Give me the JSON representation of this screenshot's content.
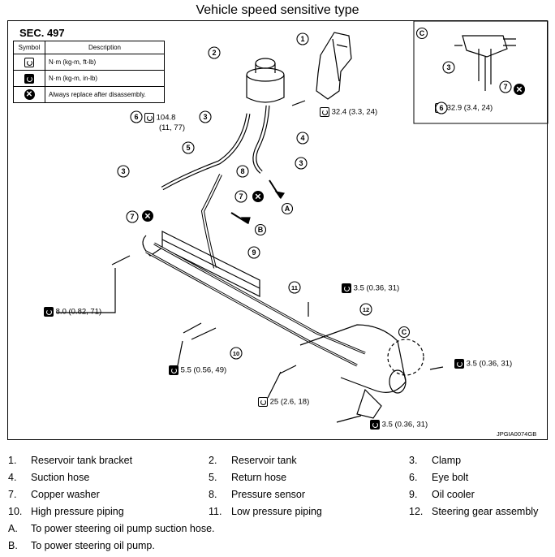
{
  "title": "Vehicle speed sensitive type",
  "section": "SEC. 497",
  "symbol_table": {
    "header_symbol": "Symbol",
    "header_description": "Description",
    "rows": [
      {
        "icon": "torque-wrench-ft-lb-icon",
        "description": "N·m (kg-m, ft-lb)"
      },
      {
        "icon": "torque-wrench-in-lb-icon",
        "description": "N·m (kg-m, in-lb)"
      },
      {
        "icon": "replace-x-icon",
        "description": "Always replace after disassembly."
      }
    ]
  },
  "callouts": [
    "1",
    "2",
    "3",
    "4",
    "5",
    "6",
    "7",
    "8",
    "9",
    "10",
    "11",
    "12"
  ],
  "flow_letters": [
    "A",
    "B",
    "C"
  ],
  "torques": {
    "t1": "32.4 (3.3, 24)",
    "t2": "104.8",
    "t2b": "(11, 77)",
    "t3": "3.5 (0.36, 31)",
    "t4": "8.0 (0.82, 71)",
    "t5": "5.5 (0.56, 49)",
    "t6": "25 (2.6, 18)",
    "t7": "3.5 (0.36, 31)",
    "t8": "3.5 (0.36, 31)",
    "t9": "32.9 (3.4, 24)"
  },
  "drawing_code": "JPGIA0074GB",
  "legend": [
    {
      "n": "1.",
      "t": "Reservoir tank bracket"
    },
    {
      "n": "2.",
      "t": "Reservoir tank"
    },
    {
      "n": "3.",
      "t": "Clamp"
    },
    {
      "n": "4.",
      "t": "Suction hose"
    },
    {
      "n": "5.",
      "t": "Return hose"
    },
    {
      "n": "6.",
      "t": "Eye bolt"
    },
    {
      "n": "7.",
      "t": "Copper washer"
    },
    {
      "n": "8.",
      "t": "Pressure sensor"
    },
    {
      "n": "9.",
      "t": "Oil cooler"
    },
    {
      "n": "10.",
      "t": "High pressure piping"
    },
    {
      "n": "11.",
      "t": "Low pressure piping"
    },
    {
      "n": "12.",
      "t": "Steering gear assembly"
    },
    {
      "n": "A.",
      "t": "To power steering oil pump suction hose."
    },
    {
      "n": "B.",
      "t": "To power steering oil pump."
    }
  ]
}
